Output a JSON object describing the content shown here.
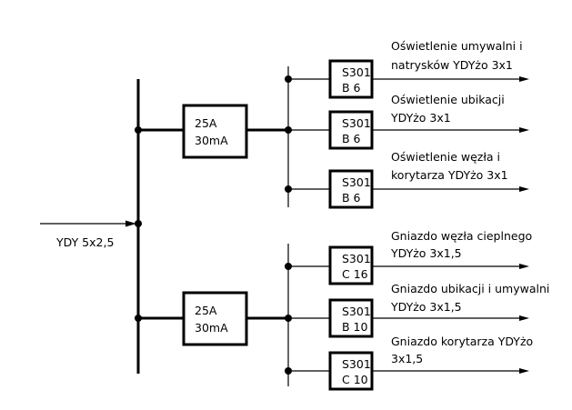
{
  "supply": {
    "label": "YDY 5x2,5"
  },
  "rcd_top": {
    "rating": "25A",
    "trip": "30mA"
  },
  "rcd_bottom": {
    "rating": "25A",
    "trip": "30mA"
  },
  "circuits": [
    {
      "breaker_type": "S301",
      "breaker_rating": "B 6",
      "desc_line1": "Oświetlenie umywalni i",
      "desc_line2": "natrysków YDYżo 3x1"
    },
    {
      "breaker_type": "S301",
      "breaker_rating": "B 6",
      "desc_line1": "Oświetlenie ubikacji",
      "desc_line2": "YDYżo 3x1"
    },
    {
      "breaker_type": "S301",
      "breaker_rating": "B 6",
      "desc_line1": "Oświetlenie węzła i",
      "desc_line2": "korytarza YDYżo 3x1"
    },
    {
      "breaker_type": "S301",
      "breaker_rating": "C 16",
      "desc_line1": "Gniazdo węzła cieplnego",
      "desc_line2": "YDYżo 3x1,5"
    },
    {
      "breaker_type": "S301",
      "breaker_rating": "B 10",
      "desc_line1": "Gniazdo ubikacji i umywalni",
      "desc_line2": "YDYżo 3x1,5"
    },
    {
      "breaker_type": "S301",
      "breaker_rating": "C 10",
      "desc_line1": "Gniazdo korytarza YDYżo",
      "desc_line2": "3x1,5"
    }
  ]
}
